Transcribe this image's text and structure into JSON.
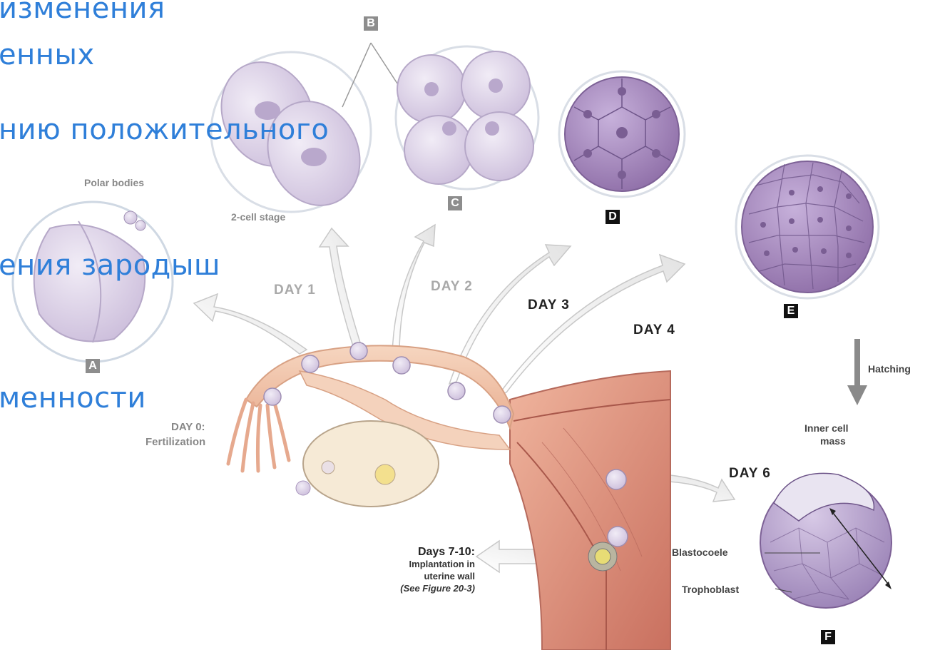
{
  "slide_text": [
    "изменения",
    "енных",
    "нию положительного",
    "ения зародыш",
    "менности"
  ],
  "labels": {
    "polar_bodies": "Polar bodies",
    "two_cell": "2-cell stage",
    "day0": "DAY 0:",
    "fertilization": "Fertilization",
    "day1": "DAY 1",
    "day2": "DAY 2",
    "day3": "DAY 3",
    "day4": "DAY 4",
    "day6": "DAY 6",
    "hatching": "Hatching",
    "inner_cell": "Inner cell",
    "mass": "mass",
    "blastocoele": "Blastocoele",
    "trophoblast": "Trophoblast",
    "days_7_10": "Days 7-10:",
    "impl_1": "Implantation in",
    "impl_2": "uterine wall",
    "impl_3": "(See Figure 20-3)"
  },
  "stage_letters": [
    "A",
    "B",
    "C",
    "D",
    "E",
    "F"
  ],
  "colors": {
    "slide_text": "#2f7fd9",
    "embryo": "#c9b6d9",
    "embryo_dark": "#8f6fa8",
    "tube": "#f2c9ad",
    "uterus": "#d9897a"
  }
}
